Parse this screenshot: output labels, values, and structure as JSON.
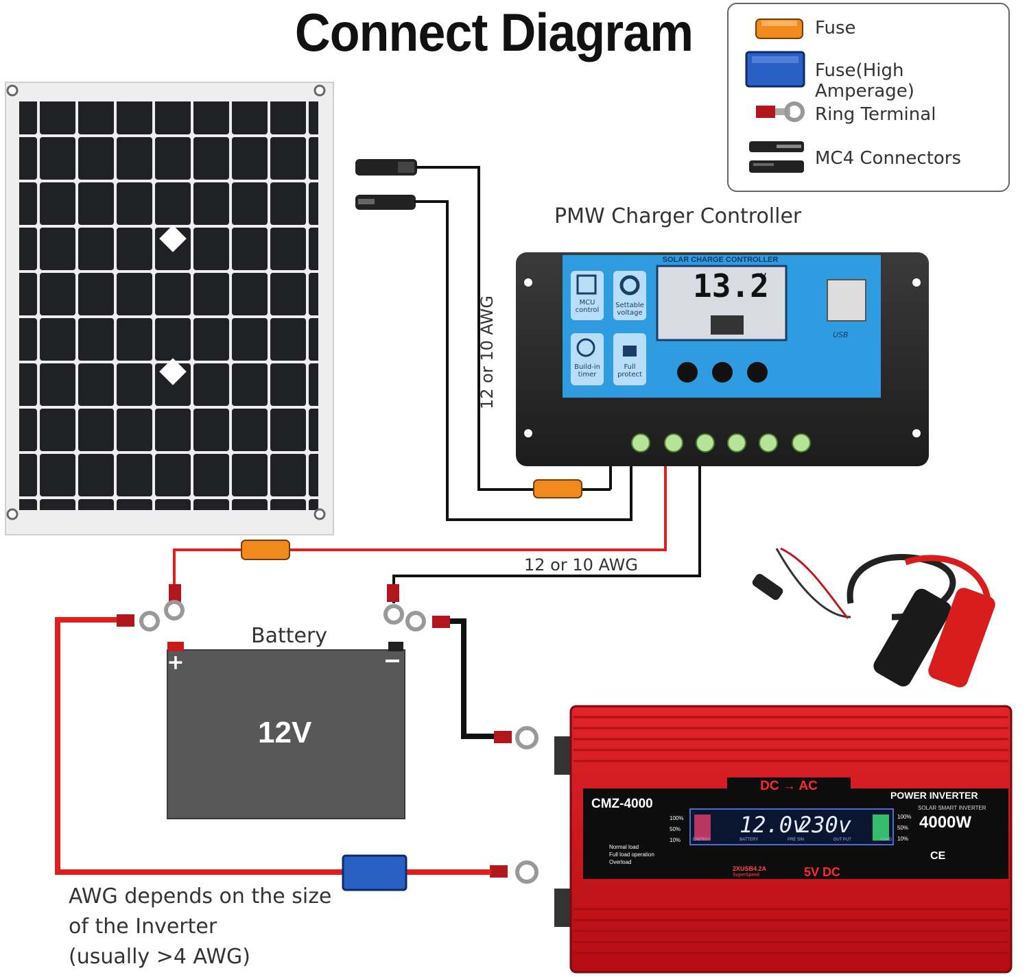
{
  "title": "Connect Diagram",
  "legend": {
    "items": [
      {
        "label": "Fuse",
        "icon": "fuse-icon"
      },
      {
        "label": "Fuse(High Amperage)",
        "icon": "high-amperage-fuse-icon"
      },
      {
        "label": "Ring Terminal",
        "icon": "ring-terminal-icon"
      },
      {
        "label": "MC4 Connectors",
        "icon": "mc4-connector-icon"
      }
    ]
  },
  "labels": {
    "controller": "PMW Charger Controller",
    "wire_vertical": "12 or 10 AWG",
    "wire_horizontal": "12 or 10 AWG",
    "battery": "Battery",
    "battery_voltage": "12V",
    "inverter_note_1": "AWG depends on the size",
    "inverter_note_2": "of the Inverter",
    "inverter_note_3": "(usually  >4 AWG)"
  },
  "controller": {
    "header": "SOLAR CHARGE CONTROLLER",
    "display_value": "13.2",
    "display_unit": "v",
    "features": [
      "MCU control",
      "Settable voltage",
      "Build-in timer",
      "Full protect"
    ],
    "usb_label": "USB"
  },
  "inverter": {
    "model": "CMZ-4000",
    "direction": "DC → AC",
    "type": "POWER INVERTER",
    "subtype": "SOLAR SMART INVERTER",
    "power": "4000W",
    "lcd_left": "12.0v",
    "lcd_right": "230v",
    "lcd_tabs": [
      "ENERGY",
      "BATTERY",
      "PRE SIN",
      "OUT PUT",
      "LOAD"
    ],
    "pct_left": [
      "100%",
      "50%",
      "10%"
    ],
    "pct_right": [
      "100%",
      "50%",
      "10%"
    ],
    "load_legend": [
      "Normal load",
      "Full load operation",
      "Overload"
    ],
    "usb": "2XUSB4.2A",
    "usb_sub": "SuperSpeed",
    "usb_out": "5V DC",
    "certs": "CE"
  },
  "colors": {
    "wire_red": "#e01f1f",
    "wire_black": "#111111",
    "fuse_orange": "#f08a1c",
    "fuse_blue": "#2a5fc4",
    "controller_blue": "#2f9be0",
    "inverter_red": "#d8121b",
    "battery_gray": "#585858"
  }
}
